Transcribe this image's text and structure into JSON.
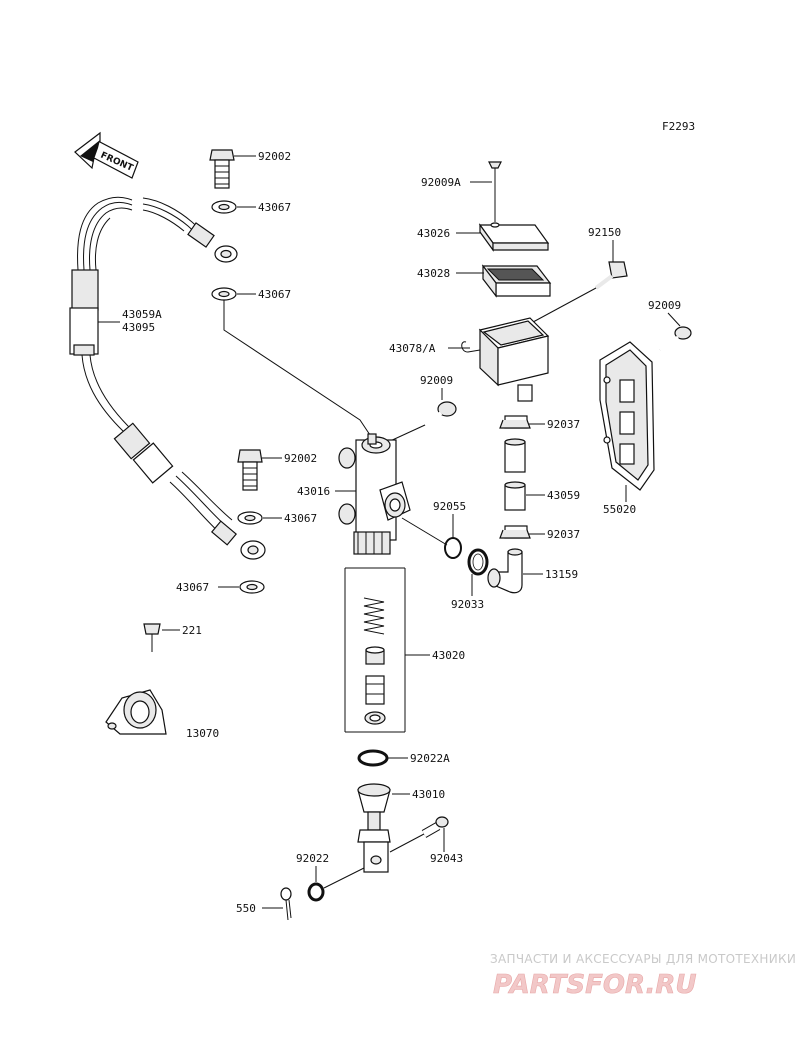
{
  "diagram_code": "F2293",
  "front_arrow_label": "FRONT",
  "part_labels": {
    "p92002_top": "92002",
    "p43067_top": "43067",
    "p43067_b": "43067",
    "p43059a": "43059A",
    "p43095": "43095",
    "p92009a": "92009A",
    "p43026": "43026",
    "p43028": "43028",
    "p92150": "92150",
    "p92009_right": "92009",
    "p43078a": "43078/A",
    "p92009_mid": "92009",
    "p92037_top": "92037",
    "p92002_mid": "92002",
    "p43016": "43016",
    "p43059": "43059",
    "p55020": "55020",
    "p92055": "92055",
    "p43067_mid": "43067",
    "p92037_bot": "92037",
    "p13159": "13159",
    "p92033": "92033",
    "p43067_low": "43067",
    "p221": "221",
    "p43020": "43020",
    "p13070": "13070",
    "p92022a": "92022A",
    "p43010": "43010",
    "p92022": "92022",
    "p92043": "92043",
    "p550": "550"
  },
  "watermark": {
    "line1": "ЗАПЧАСТИ И АКСЕССУАРЫ ДЛЯ МОТОТЕХНИКИ",
    "line2": "PARTSFOR.RU"
  }
}
